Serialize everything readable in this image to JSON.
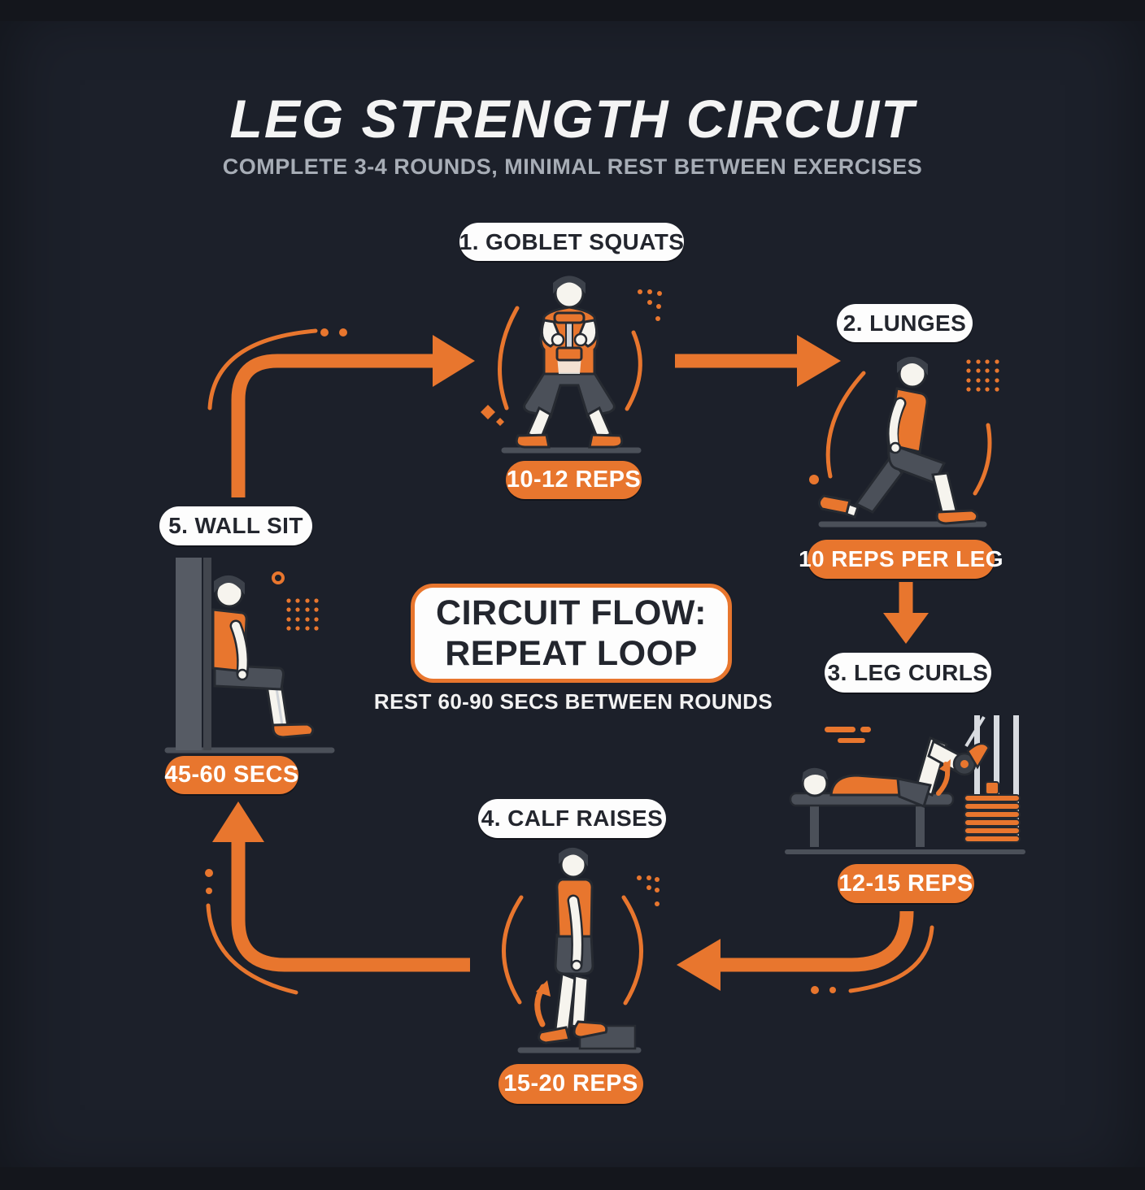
{
  "header": {
    "title": "LEG STRENGTH CIRCUIT",
    "subtitle": "COMPLETE 3-4 ROUNDS, MINIMAL REST BETWEEN EXERCISES"
  },
  "exercises": [
    {
      "id": "goblet-squats",
      "label": "1. GOBLET SQUATS",
      "reps": "10-12 REPS"
    },
    {
      "id": "lunges",
      "label": "2. LUNGES",
      "reps": "10 REPS PER LEG"
    },
    {
      "id": "leg-curls",
      "label": "3. LEG CURLS",
      "reps": "12-15 REPS"
    },
    {
      "id": "calf-raises",
      "label": "4. CALF RAISES",
      "reps": "15-20 REPS"
    },
    {
      "id": "wall-sit",
      "label": "5. WALL SIT",
      "reps": "45-60 SECS"
    }
  ],
  "center": {
    "line1": "CIRCUIT FLOW:",
    "line2": "REPEAT LOOP",
    "note": "REST 60-90 SECS BETWEEN ROUNDS"
  },
  "flow_order": [
    "goblet-squats",
    "lunges",
    "leg-curls",
    "calf-raises",
    "wall-sit",
    "repeat"
  ],
  "colors": {
    "background": "#1c202a",
    "accent_orange": "#e8762e",
    "pill_white": "#fdfdfd",
    "pill_text_dark": "#23262e",
    "reps_text": "#ffffff",
    "subtitle_gray": "#a7adb6",
    "figure_gray": "#4b5059",
    "figure_skin": "#f6f4ee"
  }
}
